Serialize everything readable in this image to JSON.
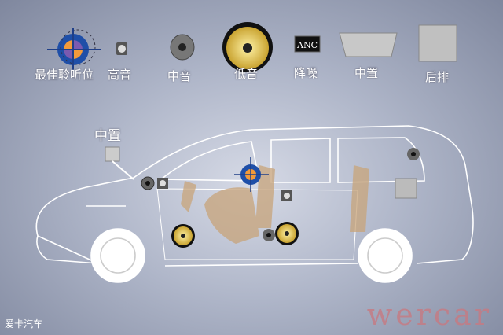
{
  "legend": [
    {
      "label": "最佳聆听位"
    },
    {
      "label": "高音"
    },
    {
      "label": "中音"
    },
    {
      "label": "低音"
    },
    {
      "label": "降噪",
      "badge": "ANC"
    },
    {
      "label": "中置"
    },
    {
      "label": "后排"
    }
  ],
  "diagram": {
    "center_label": "中置"
  },
  "footer": {
    "source": "爱卡汽车",
    "watermark": "wercar"
  },
  "colors": {
    "woofer": "#e8c84a",
    "seat": "#c8a47a",
    "target_blue": "#1f4fa8",
    "target_orange": "#f29a3a"
  }
}
